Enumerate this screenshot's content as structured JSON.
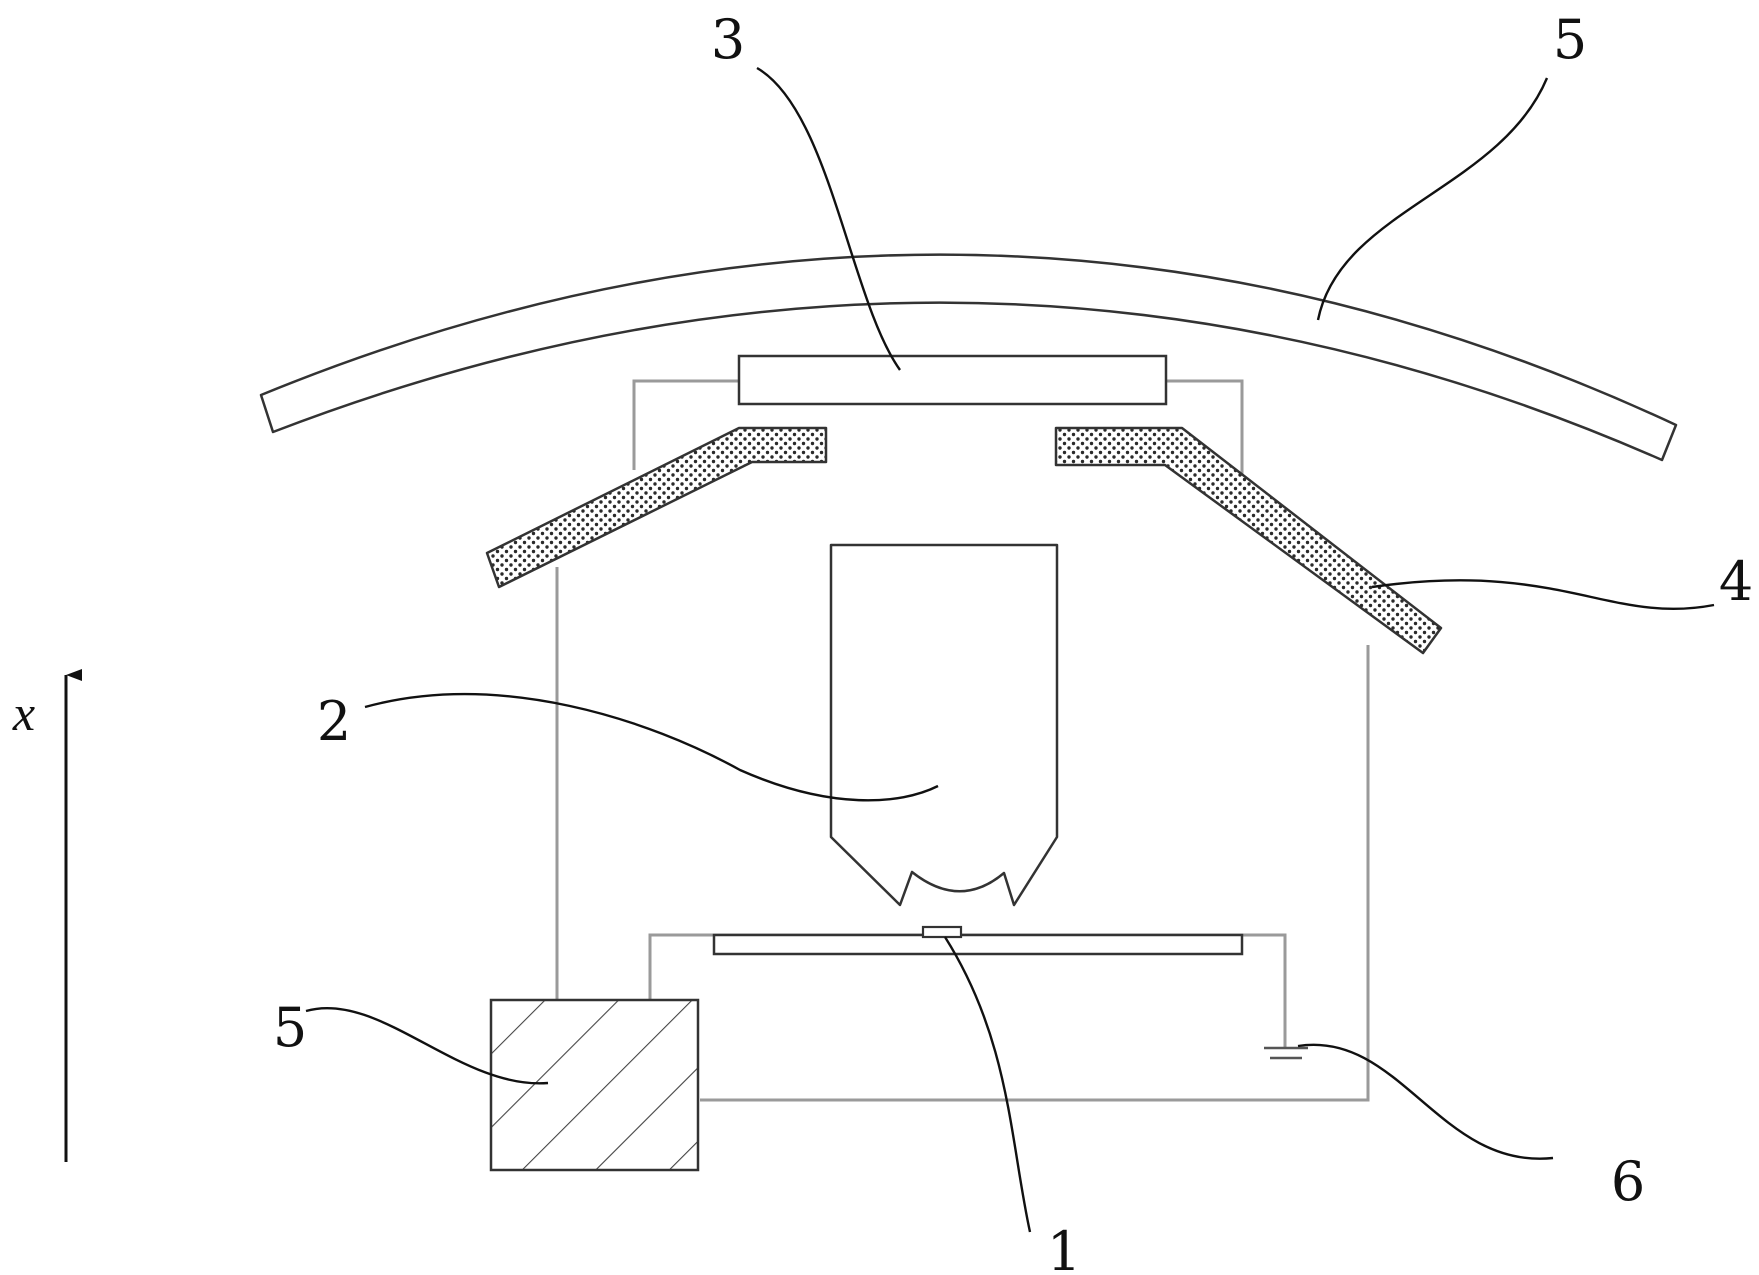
{
  "labels": {
    "l1": "1",
    "l2": "2",
    "l3": "3",
    "l4": "4",
    "l5_top": "5",
    "l5_left": "5",
    "l6": "6"
  },
  "axis": {
    "label": "x"
  },
  "colors": {
    "stroke": "#333333",
    "wire": "#9a9a9a",
    "dot_fill": "#2a2a2a",
    "background": "#ffffff"
  }
}
